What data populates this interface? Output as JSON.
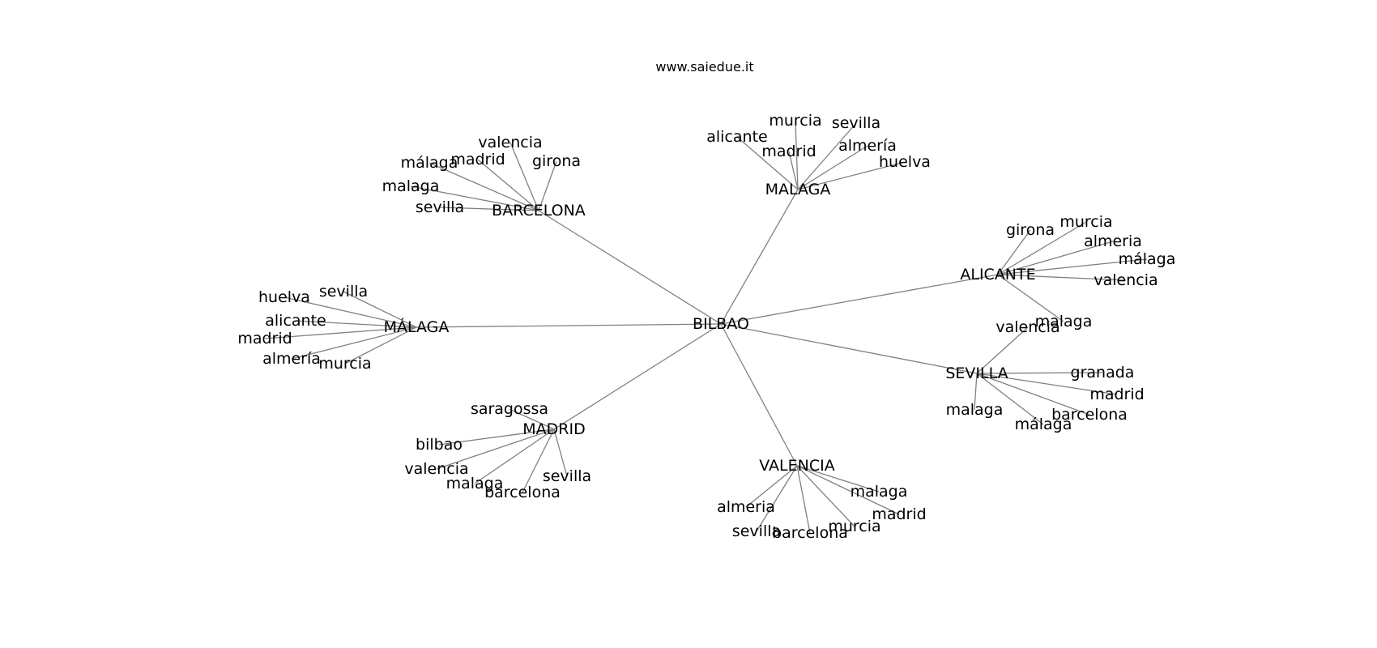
{
  "title": "www.saiedue.it",
  "root": "BILBAO",
  "hubs": [
    {
      "label": "BARCELONA",
      "leaves": [
        "valencia",
        "madrid",
        "málaga",
        "girona",
        "malaga",
        "sevilla"
      ]
    },
    {
      "label": "MALAGA",
      "leaves": [
        "murcia",
        "sevilla",
        "alicante",
        "madrid",
        "almería",
        "huelva"
      ]
    },
    {
      "label": "ALICANTE",
      "leaves": [
        "girona",
        "murcia",
        "almeria",
        "málaga",
        "valencia",
        "malaga"
      ]
    },
    {
      "label": "MÁLAGA",
      "leaves": [
        "sevilla",
        "huelva",
        "alicante",
        "madrid",
        "almería",
        "murcia"
      ]
    },
    {
      "label": "SEVILLA",
      "leaves": [
        "valencia",
        "granada",
        "madrid",
        "barcelona",
        "malaga",
        "málaga"
      ]
    },
    {
      "label": "MADRID",
      "leaves": [
        "saragossa",
        "bilbao",
        "valencia",
        "malaga",
        "barcelona",
        "sevilla"
      ]
    },
    {
      "label": "VALENCIA",
      "leaves": [
        "malaga",
        "madrid",
        "almeria",
        "murcia",
        "sevilla",
        "barcelona"
      ]
    }
  ]
}
